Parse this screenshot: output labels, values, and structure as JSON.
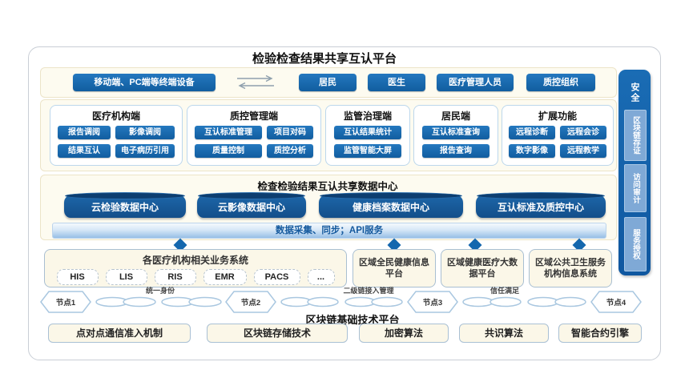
{
  "title": "检验检查结果共享互认平台",
  "terminal_band": {
    "device_label": "移动端、PC端等终端设备",
    "users": [
      "居民",
      "医生",
      "医疗管理人员",
      "质控组织"
    ]
  },
  "client_panels": [
    {
      "title": "医疗机构端",
      "items": [
        "报告调阅",
        "影像调阅",
        "结果互认",
        "电子病历引用"
      ]
    },
    {
      "title": "质控管理端",
      "items": [
        "互认标准管理",
        "项目对码",
        "质量控制",
        "质控分析"
      ]
    },
    {
      "title": "监管治理端",
      "items": [
        "互认结果统计",
        "监管智能大屏"
      ]
    },
    {
      "title": "居民端",
      "items": [
        "互认标准查询",
        "报告查询"
      ]
    },
    {
      "title": "扩展功能",
      "items": [
        "远程诊断",
        "远程会诊",
        "数字影像",
        "远程教学"
      ]
    }
  ],
  "data_center": {
    "title": "检查检验结果互认共享数据中心",
    "cylinders": [
      "云检验数据中心",
      "云影像数据中心",
      "健康档案数据中心",
      "互认标准及质控中心"
    ],
    "api_banner": "数据采集、同步；API服务"
  },
  "business_systems": {
    "title": "各医疗机构相关业务系统",
    "subsystems": [
      "HIS",
      "LIS",
      "RIS",
      "EMR",
      "PACS",
      "..."
    ]
  },
  "regional_platforms": [
    "区域全民健康信息平台",
    "区域健康医疗大数据平台",
    "区域公共卫生服务机构信息系统"
  ],
  "blockchain": {
    "nodes": [
      "节点1",
      "节点2",
      "节点3",
      "节点4"
    ],
    "link_labels": [
      "统一身份",
      "二级链接入管理",
      "信任满足"
    ],
    "platform_title": "区块链基础技术平台",
    "components": [
      "点对点通信准入机制",
      "区块链存储技术",
      "加密算法",
      "共识算法",
      "智能合约引擎"
    ]
  },
  "security_sidebar": {
    "title": "安全",
    "items": [
      "区块链存证",
      "访问审计",
      "服务授权"
    ]
  },
  "colors": {
    "primary_blue": "#1467ae",
    "cylinder_blue": "#14538f",
    "cream": "#fdfbf0",
    "sidebar_blue": "#1266ad",
    "sidebar_item_blue": "#7fa9d6"
  }
}
